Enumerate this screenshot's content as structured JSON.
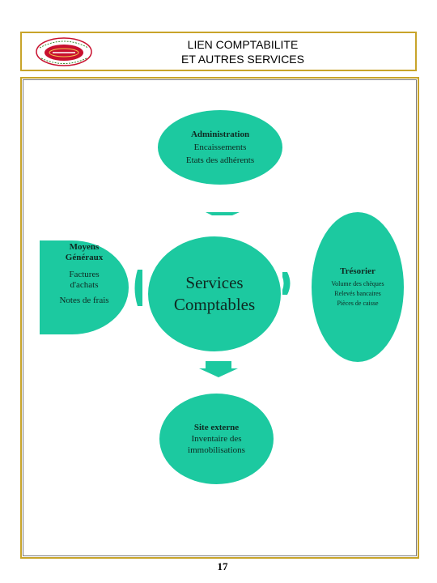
{
  "header": {
    "title_line1": "LIEN COMPTABILITE",
    "title_line2": "ET AUTRES SERVICES",
    "logo_icon": "organization-seal-icon"
  },
  "nodes": {
    "administration": {
      "title": "Administration",
      "lines": [
        "Encaissements",
        "Etats des adhérents"
      ]
    },
    "moyens_generaux": {
      "title_line1": "Moyens",
      "title_line2": "Généraux",
      "lines": [
        "Factures",
        "d'achats",
        "Notes de frais"
      ]
    },
    "services_comptables": {
      "line1": "Services",
      "line2": "Comptables"
    },
    "tresorier": {
      "title": "Trésorier",
      "lines": [
        "Volume des chèques",
        "Relevés bancaires",
        "Pièces de caisse"
      ]
    },
    "site_externe": {
      "title": "Site externe",
      "lines": [
        "Inventaire des",
        "immobilisations"
      ]
    }
  },
  "page_number": "17",
  "colors": {
    "node_fill": "#1cc9a0",
    "connector_fill": "#1cc9a0",
    "frame_border": "#c8a42a",
    "logo_red": "#c8102e"
  }
}
